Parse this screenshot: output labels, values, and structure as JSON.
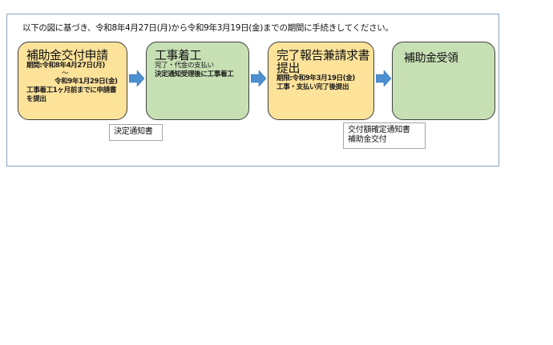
{
  "instruction": "以下の図に基づき、令和8年4月27日(月)から令和9年3月19日(金)までの期間に手続きしてください。",
  "colors": {
    "frame_border": "#8ea3bd",
    "step_yellow": "#fde39a",
    "step_green": "#c6e0b4",
    "step_border": "#3f3f3f",
    "arrow": "#4e8fd0"
  },
  "steps": [
    {
      "title": "補助金交付申請",
      "color": "yellow",
      "lines": [
        "期間:令和8年4月27日(月)",
        "～",
        "令和9年1月29日(金)",
        "工事着工1ヶ月前までに申請書を提出"
      ]
    },
    {
      "title": "工事着工",
      "color": "green",
      "lines": [
        "完了・代金の支払い",
        "決定通知受理後に工事着工"
      ]
    },
    {
      "title": "完了報告兼請求書提出",
      "color": "yellow",
      "lines": [
        "期限:令和9年3月19日(金)",
        "工事・支払い完了後提出"
      ]
    },
    {
      "title": "補助金受領",
      "color": "green",
      "lines": []
    }
  ],
  "notes": [
    {
      "lines": [
        "決定通知書"
      ]
    },
    {
      "lines": [
        "交付額確定通知書",
        "補助金交付"
      ]
    }
  ],
  "icons": {
    "arrow": "right-arrow-icon"
  }
}
